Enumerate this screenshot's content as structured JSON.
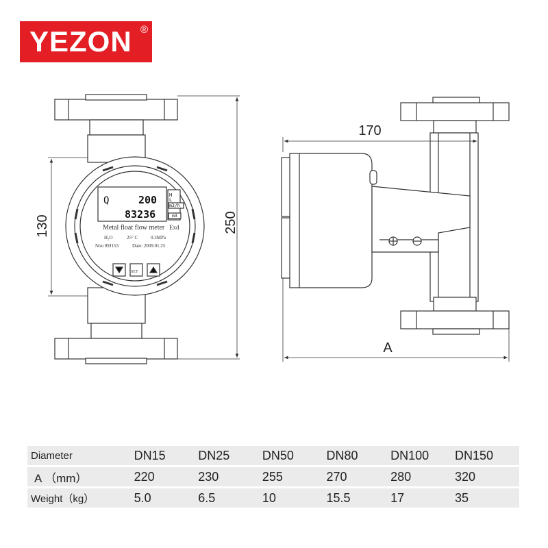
{
  "brand": {
    "name": "YEZON",
    "mark": "®",
    "color": "#e31e24"
  },
  "front_view": {
    "display": {
      "symbol": "Q",
      "flow_value": "200",
      "total_value": "83236",
      "unit_flags": [
        "H",
        "L"
      ],
      "unit_boxes": [
        "m3/h",
        "m3"
      ],
      "product_name": "Metal float flow meter",
      "ex_mark": "Exd",
      "param_1": "H₂O",
      "param_2": "25° C",
      "param_3": "0.3MPa",
      "serial": "Nou 09J153",
      "date": "Date: 2009.01.25",
      "buttons": [
        "▼",
        "SET",
        "▲"
      ]
    },
    "dim_height": "250",
    "dim_body": "130"
  },
  "side_view": {
    "dim_depth": "170",
    "dim_a": "A"
  },
  "spec_table": {
    "rows": [
      {
        "label": "Diameter",
        "values": [
          "DN15",
          "DN25",
          "DN50",
          "DN80",
          "DN100",
          "DN150"
        ]
      },
      {
        "label": "A （mm）",
        "values": [
          "220",
          "230",
          "255",
          "270",
          "280",
          "320"
        ]
      },
      {
        "label": "Weight（kg）",
        "values": [
          "5.0",
          "6.5",
          "10",
          "15.5",
          "17",
          "35"
        ]
      }
    ]
  }
}
